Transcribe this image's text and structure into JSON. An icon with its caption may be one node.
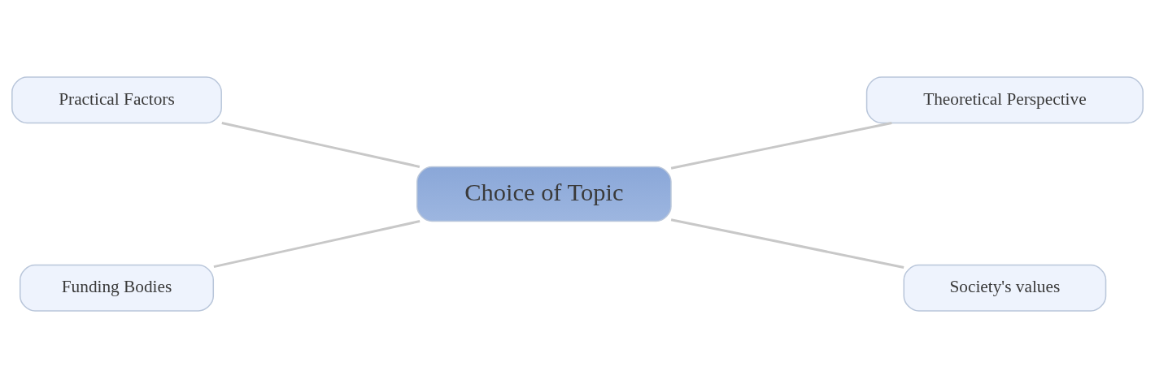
{
  "diagram": {
    "nodes": [
      {
        "text": [
          "Choice of Topic"
        ]
      },
      {
        "text": [
          "Practical Factors"
        ]
      },
      {
        "text": [
          "Theoretical Perspective"
        ]
      },
      {
        "text": [
          "Funding Bodies"
        ]
      },
      {
        "text": [
          "Society's values"
        ]
      }
    ],
    "edges": [
      {
        "from": 0,
        "to": 1,
        "arrow": "none"
      },
      {
        "from": 0,
        "to": 2,
        "arrow": "none"
      },
      {
        "from": 0,
        "to": 3,
        "arrow": "none"
      },
      {
        "from": 0,
        "to": 4,
        "arrow": "none"
      }
    ]
  }
}
